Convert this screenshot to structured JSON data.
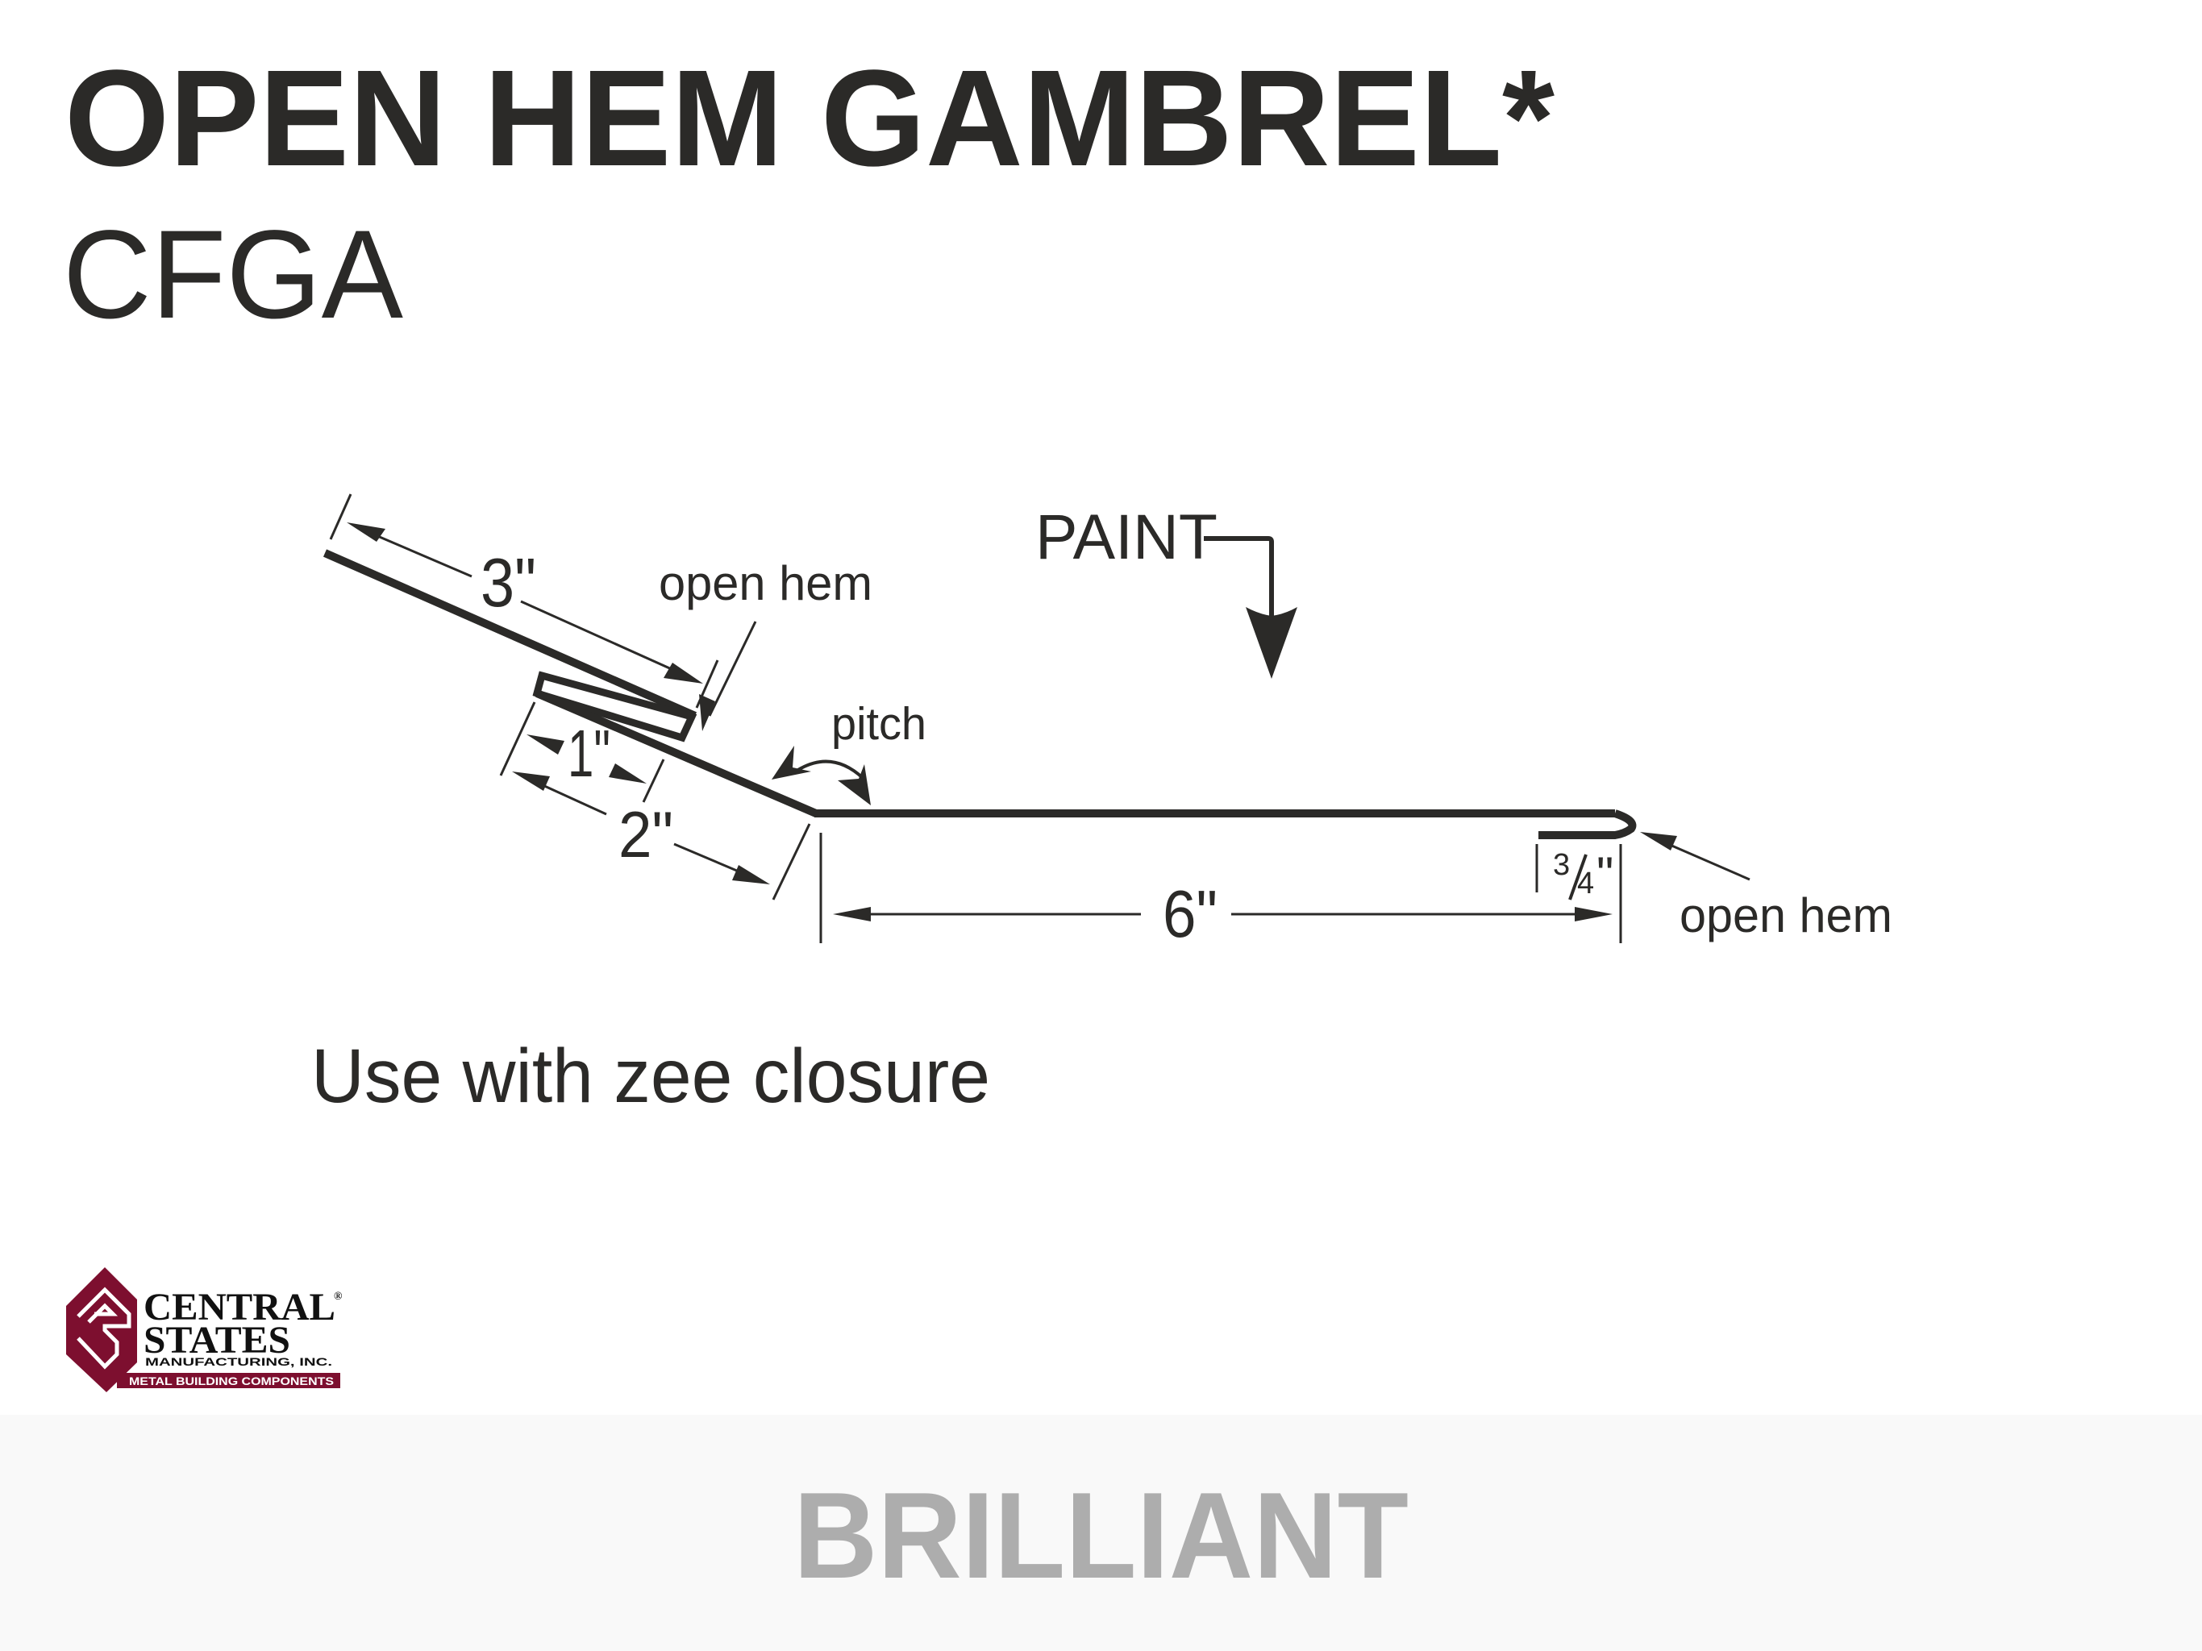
{
  "header": {
    "title": "OPEN HEM GAMBREL*",
    "part_code": "CFGA"
  },
  "diagram": {
    "paint_label": "PAINT",
    "dimensions": {
      "top_flange": "3\"",
      "hem_width": "1\"",
      "hem_offset": "2\"",
      "bottom_flange": "6\"",
      "end_hem_numerator": "3",
      "end_hem_denominator": "4",
      "end_hem_unit": "\""
    },
    "labels": {
      "top_hem": "open hem",
      "pitch": "pitch",
      "end_hem": "open hem"
    },
    "ink_color": "#2b2a28"
  },
  "note": "Use with zee closure",
  "logo": {
    "line1": "CENTRAL",
    "registered": "®",
    "line2": "STATES",
    "line3": "MANUFACTURING, INC.",
    "tagline": "METAL BUILDING COMPONENTS",
    "brand_color": "#7d0f2f"
  },
  "footer": {
    "color_name": "BRILLIANT",
    "background": "#f9f9f9",
    "text_color": "#adadad"
  }
}
